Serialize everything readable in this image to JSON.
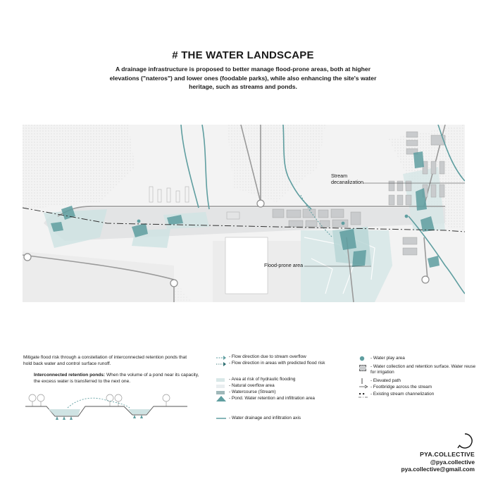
{
  "title": "# THE WATER LANDSCAPE",
  "subtitle": "A drainage infrastructure is proposed to better manage flood-prone areas, both at higher elevations (\"nateros\") and lower ones (foodable parks), while also enhancing the site's water heritage, such as streams and ponds.",
  "map": {
    "label_stream_line1": "Stream",
    "label_stream_line2": "decanalization",
    "label_flood": "Flood-prone area"
  },
  "intro_text": "Mitigate flood risk through a constellation of interconnected retention ponds that hold back water and control surface runoff.",
  "ponds": {
    "heading": "Interconnected retention ponds:",
    "text": " When the volume of a pond near its capacity, the excess water is transferred to the next one."
  },
  "legend_mid": [
    "- Flow direction due to stream overflow",
    "- Flow direction in areas with predicted flood risk",
    "- Area at risk of hydraulic flooding",
    "- Natural overflow area",
    "- Watercourse (Stream)",
    "- Pond. Water retention and infiltration area",
    "- Water drainage and infiltration axis"
  ],
  "legend_right": [
    "- Water play area",
    "- Water collection and retention surface. Water reuse for irrigation",
    "- Elevated path",
    "- Footbridge across the stream",
    "- Existing stream channelization"
  ],
  "brand": {
    "name": "PYA.COLLECTIVE",
    "handle": "@pya.collective",
    "email": "pya.collective@gmail.com"
  },
  "colors": {
    "water": "#5f9ea0",
    "water_light": "#cfe3e3",
    "building": "#c9cbcd",
    "road": "#9a9a9a"
  }
}
